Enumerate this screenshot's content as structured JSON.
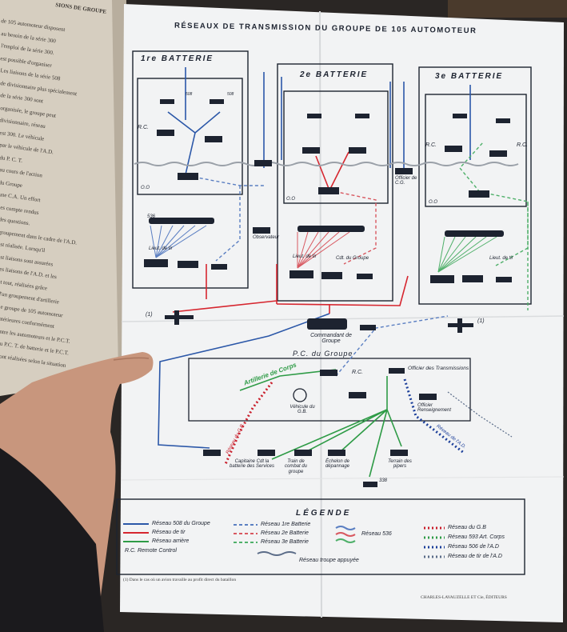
{
  "map": {
    "title": "RÉSEAUX DE TRANSMISSION DU GROUPE DE 105 AUTOMOTEUR",
    "batteries": [
      "1re BATTERIE",
      "2e BATTERIE",
      "3e BATTERIE"
    ],
    "labels": {
      "rc": "R.C.",
      "oo": "O.O",
      "unit_508": "508",
      "unit_536": "536",
      "lieut_tir_1": "Lieut. de tir",
      "lieut_tir_2": "Lieut. de tir",
      "lieut_tir_3": "Lieut. de tir",
      "cdt_groupe": "Cdt. du Groupe",
      "observateur": "Observateur",
      "officier_cdg": "Officier de C.G.",
      "commandant": "Commandant de Groupe",
      "pc": "P.C. du Groupe",
      "off_transmissions": "Officier des Transmissions",
      "off_renseignement": "Officier Renseignement",
      "vehicule_gb": "Véhicule du G.B.",
      "artillerie_corps": "Artillerie de Corps",
      "capitaine": "Capitaine Cdt la batterie des Services",
      "train_combat": "Train de combat du groupe",
      "echelon": "Échelon de dépannage",
      "terrain": "Terrain des pipers",
      "reseau_gb": "Réseau du G.B.",
      "reseau_ad": "Réseau de l'A.D.",
      "marker": "(1)",
      "unit_338": "338"
    },
    "legend": {
      "title": "LÉGENDE",
      "items": [
        "Réseau 508 du Groupe",
        "Réseau de tir",
        "Réseau arrière",
        "R.C. Remote Control",
        "Réseau 1re Batterie",
        "Réseau 2e Batterie",
        "Réseau 3e Batterie",
        "Réseau troupe appuyée",
        "Réseau 536",
        "Réseau du G.B",
        "Réseau 593 Art. Corps",
        "Réseau 506 de l'A.D",
        "Réseau de tir de l'A.D"
      ]
    },
    "footnote": "(1) Dans le cas où un avion travaille au profit direct du bataillon",
    "printer": "CHARLES-LAVAUZELLE ET Cie, ÉDITEURS"
  },
  "book": {
    "header": "SIONS DE GROUPE",
    "lines": [
      "de 105 automoteur disposent",
      "au besoin de la série 300",
      "l'emploi de la série 300.",
      "est possible d'organiser",
      "Les liaisons de la série 508",
      "de divisionnaire plus spécialement",
      "de la série 300 sont",
      "organisée, le groupe peut",
      "divisionnaire, réseau",
      "est 300. Le véhicule",
      "par le véhicule de l'A.D.",
      "du P. C. T.",
      "au cours de l'action",
      "du Groupe",
      "une C.A. Un effort",
      "les compte rendus",
      "des questions.",
      "groupement dans le cadre de l'A.D.",
      "est réalisée. Lorsqu'il",
      "est liaisons sont assurées",
      "les liaisons de l'A.D. et les",
      "et tout, réalisées grâce",
      "d'un groupement d'artillerie",
      "Le groupe de 105 automoteur",
      "intérieures conformément",
      "entre les automoteurs et le P.C.T.",
      "du P.C. T. de batterie et le P.C.T.",
      "sont réalisées selon la situation"
    ]
  },
  "scene": {
    "colors": {
      "backdrop": "#2a2624",
      "paper": "#f2f3f4",
      "book_page": "#d6cec0",
      "ink": "#1d2330",
      "net_508": "#2b57a8",
      "net_tir": "#d6262f",
      "net_arriere": "#2e9b46",
      "net_batt1": "#5b7fc2",
      "net_batt2": "#d85860",
      "net_batt3": "#4fb06a",
      "net_gb": "#c91f2c",
      "net_ad": "#1c3f9a",
      "skin": "#c8967d",
      "sleeve": "#1b1a1d"
    },
    "icons": [
      "tank-icon",
      "artillery-icon",
      "airplane-icon",
      "jeep-icon",
      "radio-link-icon"
    ]
  }
}
